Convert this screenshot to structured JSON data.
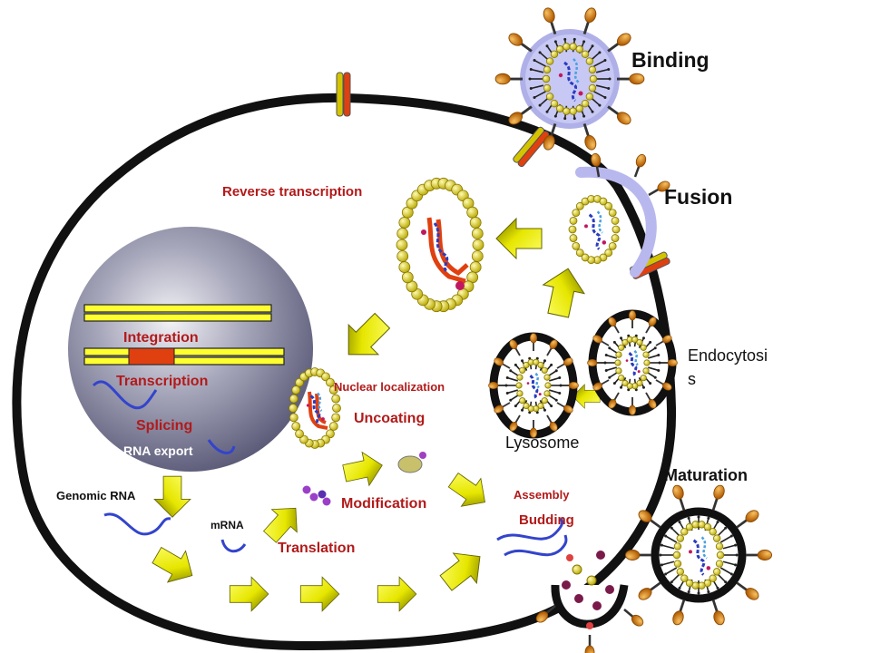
{
  "labels": {
    "binding": "Binding",
    "fusion": "Fusion",
    "endocytosis_line1": "Endocytosi",
    "endocytosis_line2": "s",
    "lysosome": "Lysosome",
    "maturation": "Maturation",
    "reverse_transcription": "Reverse transcription",
    "integration": "Integration",
    "transcription": "Transcription",
    "splicing": "Splicing",
    "rna_export": "RNA export",
    "nuclear_localization": "Nuclear localization",
    "uncoating": "Uncoating",
    "genomic_rna": "Genomic RNA",
    "mrna": "mRNA",
    "modification": "Modification",
    "translation": "Translation",
    "assembly": "Assembly",
    "budding": "Budding"
  },
  "colors": {
    "membrane": "#111111",
    "label_red": "#b21a1a",
    "arrow_yellow": "#e8e800",
    "arrow_olive": "#7a7a00",
    "capsid_bead": "#e0d840",
    "spike_orange": "#e08a1a",
    "rna_blue": "#2a3cc0",
    "dna_red": "#e04010",
    "nucleus_gray": "#8c8ca6"
  }
}
